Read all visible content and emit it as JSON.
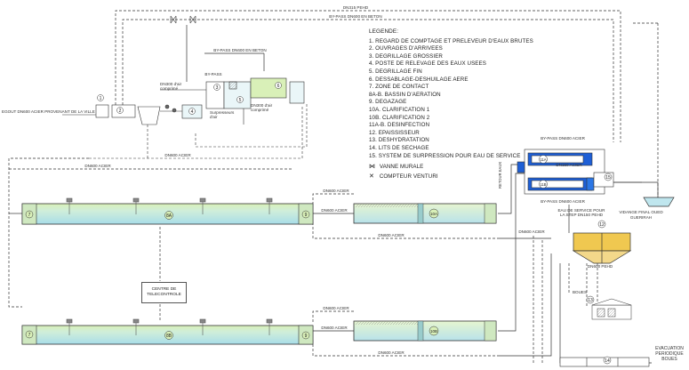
{
  "legend": {
    "title": "LEGENDE:",
    "items": [
      "1.  REGARD DE COMPTAGE ET PRELEVEUR D'EAUX BRUTES",
      "2.  OUVRAGES D'ARRIVEES",
      "3.  DEGRILLAGE GROSSIER",
      "4.  POSTE DE RELEVAGE DES EAUX USEES",
      "5.  DEGRILLAGE FIN",
      "6.  DESSABLAGE-DESHUILAGE AERE",
      "7.  ZONE DE CONTACT",
      "8A-B.  BASSIN D'AERATION",
      "9.  DEGAZAGE",
      "10A.  CLARIFICATION 1",
      "10B.  CLARIFICATION 2",
      "11A-B. DESINFECTION",
      "12. EPAISSISSEUR",
      "13. DESHYDRATATION",
      "14. LITS DE SECHAGE",
      "15. SYSTEM DE SURPRESSION POUR EAU DE SERVICE"
    ],
    "symbols": [
      {
        "glyph": "⋈",
        "label": "VANNE MURALE"
      },
      {
        "glyph": "✕",
        "label": "COMPTEUR VENTURI"
      }
    ]
  },
  "pipes": {
    "dn315_pehd": "DN315 PEHD",
    "bypass_dn600_beton_top": "BY-PASS DN600 EN BETON",
    "bypass_dn600_beton_mid": "BY-PASS DN600 EN BETON",
    "dn600_acier_1": "DN600 ACIER",
    "dn600_acier_2": "DN600 ACIER",
    "dn600_acier_3": "DN600 ACIER",
    "dn600_acier_4": "DN600 ACIER",
    "dn600_acier_5": "DN600 ACIER",
    "dn600_acier_6": "DN600 ACIER",
    "dn600_acier_7": "DN600 ACIER",
    "dn600_acier_8": "DN600 ACIER",
    "dn600_acier_9": "DN600 ACIER",
    "bypass_dn600_acier_a": "BY-PASS DN600 ACIER",
    "bypass_dn600_acier_b": "BY-PASS DN600 ACIER",
    "dn300_dalle_1": "DN300 d'air comprimé",
    "dn300_dalle_2": "DN300 d'air comprimé",
    "surpresseur": "Surpresseurs d'air",
    "egout": "EGOUT DN600 ACIER PROVENANT DE LA VILLE",
    "retour_eaux": "RETOUR EAUX",
    "eau_de_service": "EAU DE SERVICE POUR LA STEP DN150 PEHD",
    "bypass_label_small": "BY-PASS",
    "dn150_acier": "DN150 ACIER",
    "dn600_pehd": "DN600 PEHD",
    "boues": "BOUES"
  },
  "units": {
    "u1": "1",
    "u2": "2",
    "u3": "3",
    "u4": "4",
    "u5": "5",
    "u6": "6",
    "u7a": "7",
    "u7b": "7",
    "u8a": "8A",
    "u8b": "8B",
    "u9a": "9",
    "u9b": "9",
    "u10a": "10A",
    "u10b": "10B",
    "u11a": "11A",
    "u11b": "11B",
    "u12": "12",
    "u13": "13",
    "u14": "14",
    "u15": "15"
  },
  "boxes": {
    "telecontrole": "CENTRE DE TELECONTROLE",
    "vidange": "VIDANGE FINAL OUED GUERIRAH",
    "evacuation": "EVACUATION PERIODIQUE BOUES"
  },
  "colors": {
    "water": "#bfe6ee",
    "water_top": "#d9f0b8",
    "blue_tank": "#1e5fd6",
    "line": "#333333",
    "thickener": "#f0c850"
  }
}
